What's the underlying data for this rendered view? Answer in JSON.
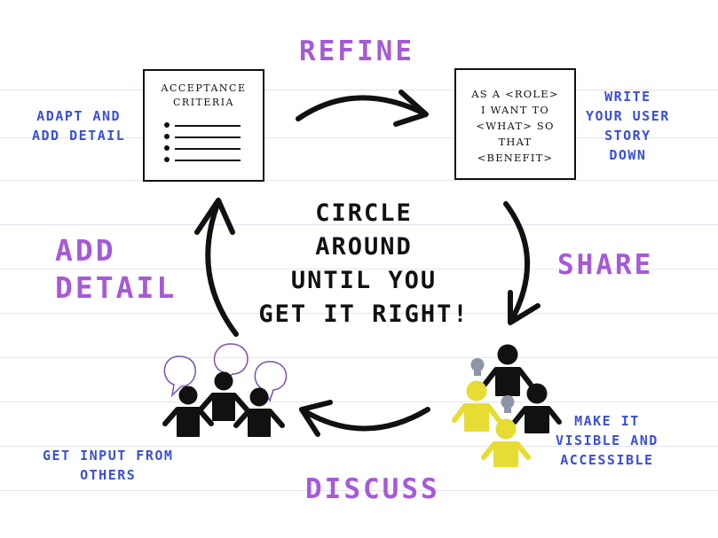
{
  "stages": {
    "refine": "REFINE",
    "share": "SHARE",
    "discuss": "DISCUSS",
    "add_detail": [
      "ADD",
      "DETAIL"
    ]
  },
  "center_lines": [
    "CIRCLE",
    "AROUND",
    "UNTIL YOU",
    "GET IT RIGHT!"
  ],
  "acceptance_card": {
    "title_lines": [
      "ACCEPTANCE",
      "CRITERIA"
    ],
    "bullet_count": 4
  },
  "story_card": {
    "lines": [
      "AS A <ROLE>",
      "I WANT TO",
      "<WHAT> SO",
      "THAT",
      "<BENEFIT>"
    ]
  },
  "notes": {
    "adapt": [
      "ADAPT AND",
      "ADD DETAIL"
    ],
    "write": [
      "WRITE",
      "YOUR USER",
      "STORY",
      "DOWN"
    ],
    "visible": [
      "MAKE IT",
      "VISIBLE AND",
      "ACCESSIBLE"
    ],
    "input": [
      "GET INPUT FROM",
      "OTHERS"
    ]
  },
  "colors": {
    "stage_label": "#a55ad8",
    "note_text": "#3a4fd6",
    "arrow": "#111111",
    "people_highlight": "#e6dc33",
    "bulb": "#8f95a8",
    "speech_bubble": "#7a4fb0"
  }
}
